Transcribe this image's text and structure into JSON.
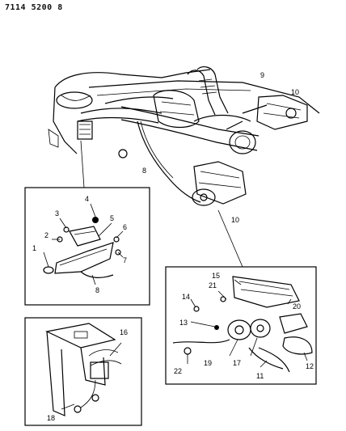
{
  "document_code": "7114 5200 8",
  "callouts": [
    {
      "id": "c1",
      "text": "1"
    },
    {
      "id": "c2",
      "text": "2"
    },
    {
      "id": "c3",
      "text": "3"
    },
    {
      "id": "c4",
      "text": "4"
    },
    {
      "id": "c5",
      "text": "5"
    },
    {
      "id": "c6",
      "text": "6"
    },
    {
      "id": "c7",
      "text": "7"
    },
    {
      "id": "c8",
      "text": "8"
    },
    {
      "id": "c8b",
      "text": "8"
    },
    {
      "id": "c9",
      "text": "9"
    },
    {
      "id": "c10a",
      "text": "10"
    },
    {
      "id": "c10b",
      "text": "10"
    },
    {
      "id": "c11",
      "text": "11"
    },
    {
      "id": "c12",
      "text": "12"
    },
    {
      "id": "c13",
      "text": "13"
    },
    {
      "id": "c14",
      "text": "14"
    },
    {
      "id": "c15",
      "text": "15"
    },
    {
      "id": "c16",
      "text": "16"
    },
    {
      "id": "c17",
      "text": "17"
    },
    {
      "id": "c18",
      "text": "18"
    },
    {
      "id": "c19",
      "text": "19"
    },
    {
      "id": "c20",
      "text": "20"
    },
    {
      "id": "c21",
      "text": "21"
    },
    {
      "id": "c22",
      "text": "22"
    }
  ]
}
